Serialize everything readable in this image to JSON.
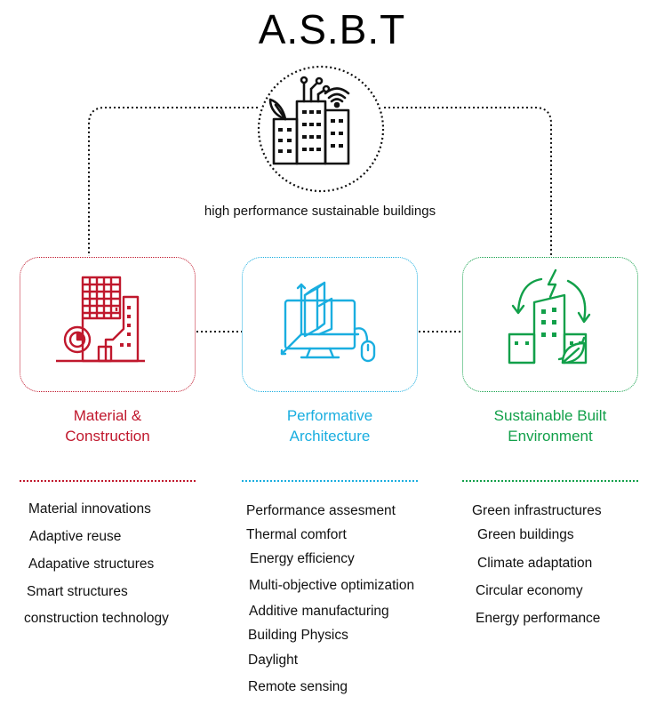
{
  "title": "A.S.B.T",
  "subtitle": "high performance sustainable buildings",
  "colors": {
    "material": "#c0182d",
    "performative": "#1aaee0",
    "sustainable": "#12a04a",
    "connector": "#111111"
  },
  "columns": [
    {
      "key": "material",
      "icon": "construction-building-icon",
      "title_lines": [
        "Material &",
        "Construction"
      ],
      "items": [
        "Material innovations",
        "Adaptive reuse",
        "Adapative structures",
        "Smart structures",
        "construction technology"
      ]
    },
    {
      "key": "performative",
      "icon": "computer-design-icon",
      "title_lines": [
        "Performative",
        "Architecture"
      ],
      "items": [
        "Performance assesment",
        "Thermal comfort",
        "Energy efficiency",
        "Multi-objective optimization",
        "Additive manufacturing",
        "Building Physics",
        "Daylight",
        "Remote sensing"
      ]
    },
    {
      "key": "sustainable",
      "icon": "green-building-icon",
      "title_lines": [
        "Sustainable Built",
        "Environment"
      ],
      "items": [
        "Green infrastructures",
        "Green buildings",
        "Climate adaptation",
        "Circular economy",
        "Energy performance"
      ]
    }
  ],
  "hub_icon": "smart-city-icon"
}
